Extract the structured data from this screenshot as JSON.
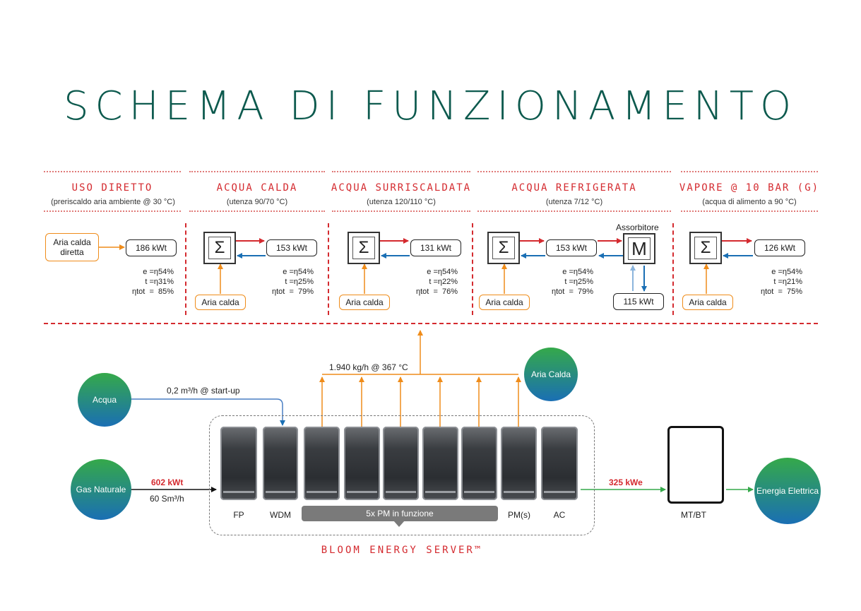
{
  "title": "SCHEMA DI FUNZIONAMENTO",
  "sections": [
    {
      "title": "USO DIRETTO",
      "subtitle": "(preriscaldo aria ambiente @ 30 °C)",
      "input_label": "Aria calda diretta",
      "kw": "186 kWt",
      "eff": [
        "e =η54%",
        "t =η31%",
        "ηtot  =  85%"
      ]
    },
    {
      "title": "ACQUA CALDA",
      "subtitle": "(utenza 90/70 °C)",
      "input_label": "Aria calda",
      "kw": "153 kWt",
      "eff": [
        "e =η54%",
        "t =η25%",
        "ηtot  =  79%"
      ]
    },
    {
      "title": "ACQUA SURRISCALDATA",
      "subtitle": "(utenza 120/110 °C)",
      "input_label": "Aria calda",
      "kw": "131 kWt",
      "eff": [
        "e =η54%",
        "t =η22%",
        "ηtot  =  76%"
      ]
    },
    {
      "title": "ACQUA REFRIGERATA",
      "subtitle": "(utenza 7/12 °C)",
      "input_label": "Aria calda",
      "kw": "153 kWt",
      "eff": [
        "e =η54%",
        "t =η25%",
        "ηtot  =  79%"
      ],
      "absorber_label": "Assorbitore",
      "absorber_kw": "115 kWt"
    },
    {
      "title": "VAPORE @ 10 BAR (G)",
      "subtitle": "(acqua di alimento a 90 °C)",
      "input_label": "Aria calda",
      "kw": "126 kWt",
      "eff": [
        "e =η54%",
        "t =η21%",
        "ηtot  =  75%"
      ]
    }
  ],
  "flow": {
    "air_flow_label": "1.940 kg/h @ 367 °C",
    "water_flow_label": "0,2 m³/h @ start-up",
    "gas_power": "602 kWt",
    "gas_flow": "60 Sm³/h",
    "electric_power": "325 kWe"
  },
  "nodes": {
    "acqua": "Acqua",
    "gas": "Gas Naturale",
    "aria_calda": "Aria Calda",
    "energia": "Energia Elettrica"
  },
  "server": {
    "modules": [
      "FP",
      "WDM",
      "5x PM in funzione",
      "PM(s)",
      "AC"
    ],
    "name": "BLOOM ENERGY SERVER™"
  },
  "transformer_label": "MT/BT",
  "colors": {
    "title": "#0d5a4e",
    "accent": "#d42a2f",
    "hot": "#d42a2f",
    "cold": "#1a6fb4",
    "air": "#ef8c1a",
    "electric": "#35a94a"
  }
}
